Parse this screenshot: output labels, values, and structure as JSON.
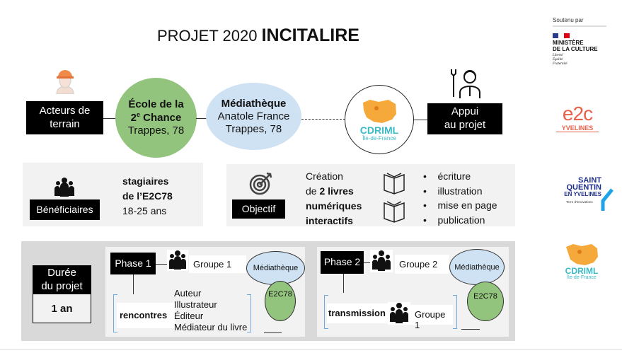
{
  "title": {
    "prefix": "PROJET 2020 ",
    "name": "INCITALIRE"
  },
  "actors": {
    "label_line1": "Acteurs de",
    "label_line2": "terrain"
  },
  "ecole": {
    "line1": "École de la",
    "line2_num": "2",
    "line2_sup": "e",
    "line2_rest": " Chance",
    "line3": "Trappes, 78"
  },
  "mediatheque": {
    "line1": "Médiathèque",
    "line2": "Anatole France",
    "line3": "Trappes, 78"
  },
  "cdriml": {
    "name": "CDRIML",
    "region": "Île-de-France"
  },
  "appui": {
    "line1": "Appui",
    "line2": "au projet"
  },
  "beneficiaires": {
    "label": "Bénéficiaires",
    "line1": "stagiaires",
    "line2": "de l’E2C78",
    "line3": "18-25 ans"
  },
  "objectif": {
    "label": "Objectif",
    "line1": "Création",
    "line2_pre": "de ",
    "line2_bold": "2 livres",
    "line3": "numériques",
    "line4": "interactifs",
    "bullets": [
      "écriture",
      "illustration",
      "mise en page",
      "publication"
    ]
  },
  "duree": {
    "label_line1": "Durée",
    "label_line2": "du projet",
    "value": "1 an"
  },
  "phase1": {
    "label": "Phase 1",
    "group": "Groupe 1",
    "mediatheque": "Médiathèque",
    "e2c": "E2C78",
    "activity": "rencontres",
    "people": [
      "Auteur",
      "Illustrateur",
      "Éditeur",
      "Médiateur du livre"
    ]
  },
  "phase2": {
    "label": "Phase 2",
    "group": "Groupe 2",
    "mediatheque": "Médiathèque",
    "e2c": "E2C78",
    "activity": "transmission",
    "target_group": "Groupe 1"
  },
  "sponsors": {
    "heading": "Soutenu par",
    "ministere_line1": "MINISTÈRE",
    "ministere_line2": "DE LA CULTURE",
    "devise": [
      "Liberté",
      "Égalité",
      "Fraternité"
    ],
    "e2c_name": "e2c",
    "e2c_sub": "YVELINES",
    "sqy_line1": "SAINT",
    "sqy_line2": "QUENTIN",
    "sqy_line3": "EN YVELINES",
    "sqy_tag": "Terre d'innovations",
    "cdriml_name": "CDRIML",
    "cdriml_region": "Île-de-France"
  },
  "colors": {
    "green": "#93c47d",
    "blue": "#cfe2f3",
    "gray_panel": "#f2f2f2",
    "gray_dark": "#d9d9d9",
    "orange": "#f6a93b",
    "teal": "#3bb9c5",
    "coral": "#e8624a",
    "sqy_blue": "#1e2f8c"
  }
}
